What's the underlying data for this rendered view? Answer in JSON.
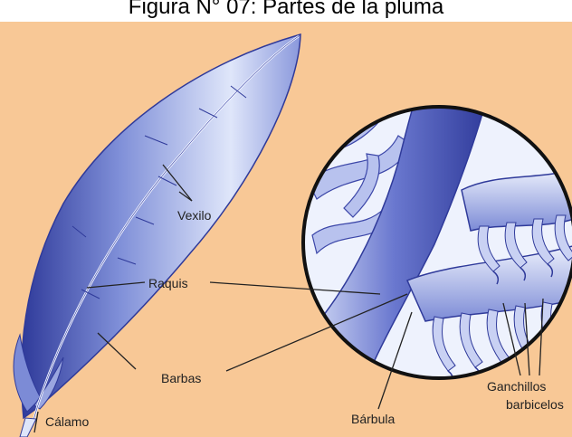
{
  "title": "Figura N° 07: Partes de la pluma",
  "labels": {
    "vexilo": "Vexilo",
    "raquis": "Raquis",
    "barbas": "Barbas",
    "calamo": "Cálamo",
    "barbula": "Bárbula",
    "ganchillos": "Ganchillos",
    "barbicelos": "barbicelos"
  },
  "colors": {
    "background": "#f8c896",
    "feather_light": "#e6ecfb",
    "feather_mid": "#8a98dc",
    "feather_dark": "#2f3a9a",
    "line": "#222222",
    "circle_border": "#111111"
  }
}
